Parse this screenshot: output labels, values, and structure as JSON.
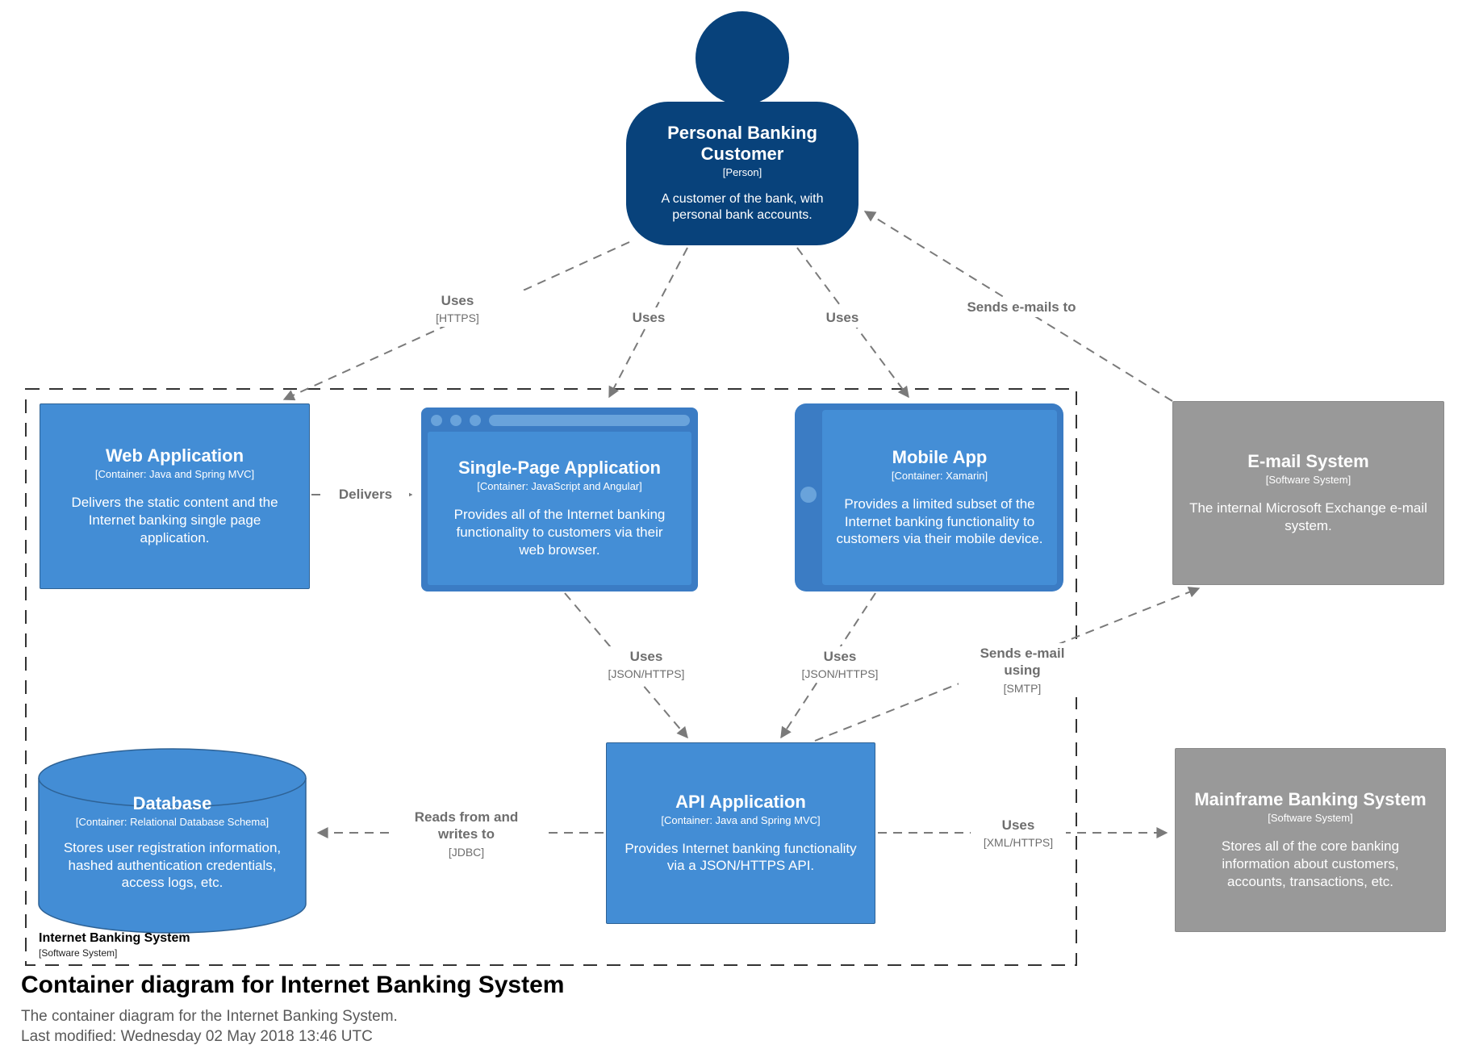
{
  "diagram": {
    "title": "Container diagram for Internet Banking System",
    "subtitle": "The container diagram for the Internet Banking System.",
    "last_modified": "Last modified: Wednesday 02 May 2018 13:46 UTC"
  },
  "boundary": {
    "name": "Internet Banking System",
    "meta": "[Software System]"
  },
  "elements": {
    "person": {
      "name": "Personal Banking Customer",
      "meta": "[Person]",
      "description": "A customer of the bank, with personal bank accounts."
    },
    "web_app": {
      "name": "Web Application",
      "meta": "[Container: Java and Spring MVC]",
      "description": "Delivers the static content and the Internet banking single page application."
    },
    "spa": {
      "name": "Single-Page Application",
      "meta": "[Container: JavaScript and Angular]",
      "description": "Provides all of the Internet banking functionality to customers via their web browser."
    },
    "mobile_app": {
      "name": "Mobile App",
      "meta": "[Container: Xamarin]",
      "description": "Provides a limited subset of the Internet banking functionality to customers via their mobile device."
    },
    "email_system": {
      "name": "E-mail System",
      "meta": "[Software System]",
      "description": "The internal Microsoft Exchange e-mail system."
    },
    "database": {
      "name": "Database",
      "meta": "[Container: Relational Database Schema]",
      "description": "Stores user registration information, hashed authentication credentials, access logs, etc."
    },
    "api_app": {
      "name": "API Application",
      "meta": "[Container: Java and Spring MVC]",
      "description": "Provides Internet banking functionality via a JSON/HTTPS API."
    },
    "mainframe": {
      "name": "Mainframe Banking System",
      "meta": "[Software System]",
      "description": "Stores all of the core banking information about customers, accounts, transactions, etc."
    }
  },
  "relationships": {
    "person_web": {
      "label": "Uses",
      "tech": "[HTTPS]"
    },
    "person_spa": {
      "label": "Uses"
    },
    "person_mobile": {
      "label": "Uses"
    },
    "email_person": {
      "label": "Sends e-mails to"
    },
    "web_spa": {
      "label": "Delivers"
    },
    "spa_api": {
      "label": "Uses",
      "tech": "[JSON/HTTPS]"
    },
    "mobile_api": {
      "label": "Uses",
      "tech": "[JSON/HTTPS]"
    },
    "api_db": {
      "label": "Reads from and writes to",
      "tech": "[JDBC]"
    },
    "api_email": {
      "label": "Sends e-mail using",
      "tech": "[SMTP]"
    },
    "api_mainframe": {
      "label": "Uses",
      "tech": "[XML/HTTPS]"
    }
  },
  "colors": {
    "person": "#08427b",
    "container": "#438dd5",
    "container_border": "#2e6295",
    "container_accent": "#69a3db",
    "external": "#999999",
    "external_border": "#8a8a8a",
    "relationship": "#6e6e6e",
    "boundary": "#333333"
  }
}
